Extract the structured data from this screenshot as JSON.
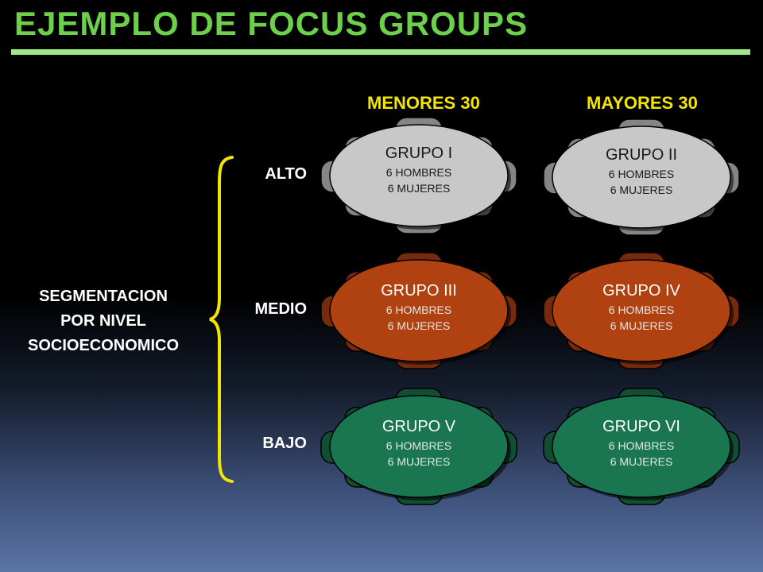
{
  "title": "EJEMPLO DE FOCUS GROUPS",
  "columns": [
    "MENORES 30",
    "MAYORES 30"
  ],
  "rows": [
    "ALTO",
    "MEDIO",
    "BAJO"
  ],
  "segment_label": [
    "SEGMENTACION",
    "POR NIVEL",
    "SOCIOECONOMICO"
  ],
  "colors": {
    "title": "#6cd04a",
    "header": "#f2e600",
    "brace": "#f2e600",
    "alto_table": "#b9b9b9",
    "medio_table": "#a33c10",
    "bajo_table": "#176d4a"
  },
  "groups": [
    {
      "name": "GRUPO I",
      "men": "6 HOMBRES",
      "women": "6 MUJERES"
    },
    {
      "name": "GRUPO II",
      "men": "6 HOMBRES",
      "women": "6 MUJERES"
    },
    {
      "name": "GRUPO III",
      "men": "6 HOMBRES",
      "women": "6 MUJERES"
    },
    {
      "name": "GRUPO IV",
      "men": "6 HOMBRES",
      "women": "6 MUJERES"
    },
    {
      "name": "GRUPO V",
      "men": "6 HOMBRES",
      "women": "6 MUJERES"
    },
    {
      "name": "GRUPO VI",
      "men": "6 HOMBRES",
      "women": "6 MUJERES"
    }
  ]
}
